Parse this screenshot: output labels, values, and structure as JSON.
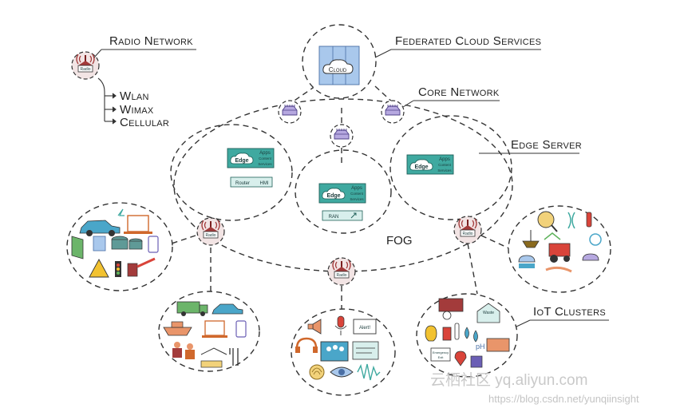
{
  "labels": {
    "radio_network": "Radio Network",
    "wlan": "Wlan",
    "wimax": "Wimax",
    "cellular": "Cellular",
    "federated_cloud": "Federated Cloud Services",
    "core_network": "Core Network",
    "edge_server": "Edge Server",
    "iot_clusters": "IoT Clusters",
    "fog": "FOG"
  },
  "cloud": {
    "label": "Cloud"
  },
  "radio": {
    "label": "Radio"
  },
  "edge_boxes": [
    {
      "edge": "Edge",
      "apps": "Apps",
      "content": "Content",
      "services": "Services",
      "sub": "Router",
      "sub2": "HMI"
    },
    {
      "edge": "Edge",
      "apps": "Apps",
      "content": "Content",
      "services": "Services",
      "sub": "RAN",
      "sub2": ""
    },
    {
      "edge": "Edge",
      "apps": "Apps",
      "content": "Content",
      "services": "Services",
      "sub": "",
      "sub2": ""
    }
  ],
  "cluster_texts": {
    "alert": "Alert!",
    "waste": "Waste",
    "ph": "pH",
    "emergency": "Emergency",
    "exit": "Exit"
  },
  "watermarks": {
    "site": "云栖社区 yq.aliyun.com",
    "blog": "https://blog.csdn.net/yunqiinsight"
  },
  "colors": {
    "edge_teal": "#3fa9a0",
    "cloud_blue": "#a9c8ec",
    "router_purple": "#b6a8e0",
    "radio_red": "#a33b3b"
  }
}
